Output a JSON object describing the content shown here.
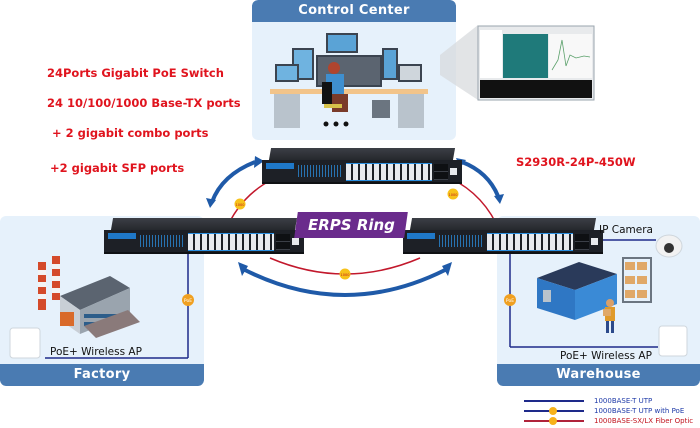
{
  "specs": {
    "title": "24Ports Gigabit PoE Switch",
    "line1": "24 10/100/1000 Base-TX ports",
    "line2": "+ 2 gigabit combo ports",
    "line3": "+2 gigabit SFP ports"
  },
  "model": "S2930R-24P-450W",
  "zones": {
    "control_center": "Control Center",
    "factory": "Factory",
    "warehouse": "Warehouse"
  },
  "ring_label": "ERPS Ring",
  "link_badges": {
    "fiber": "1000",
    "poe": "PoE"
  },
  "devices": {
    "ip_camera": "IP Camera",
    "factory_ap": "PoE+ Wireless AP",
    "warehouse_ap": "PoE+ Wireless AP"
  },
  "legend": [
    {
      "label": "1000BASE-T UTP",
      "line_color": "#1e2a8a",
      "text_color": "#1e3aa8",
      "dot": false
    },
    {
      "label": "1000BASE-T UTP with PoE",
      "line_color": "#1e2a8a",
      "text_color": "#1e3aa8",
      "dot": true
    },
    {
      "label": "1000BASE-SX/LX Fiber Optic",
      "line_color": "#b0233a",
      "text_color": "#c0141e",
      "dot": true
    }
  ],
  "colors": {
    "zone_header": "#4a7bb2",
    "zone_bg": "#e6f1fb",
    "spec_text": "#e0141e",
    "ring_badge": "#6a2b8c",
    "fiber_line": "#c2182c",
    "utp_line": "#1e2a8a",
    "arrow": "#1f5aa8",
    "badge": "#f7b21a"
  }
}
